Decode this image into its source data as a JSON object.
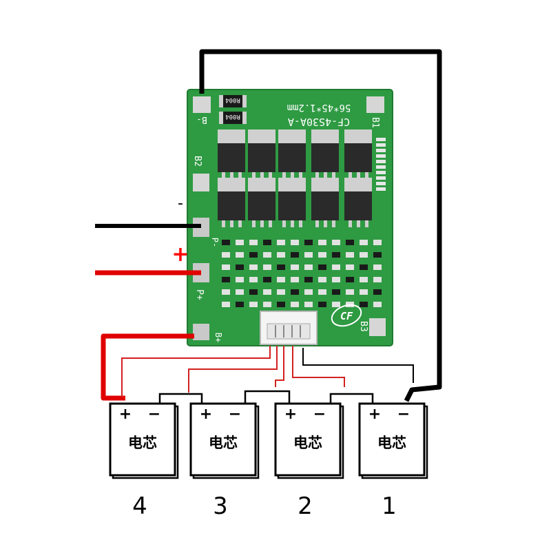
{
  "board": {
    "model": "CF-4S30A-A",
    "size": "56*45*1.2mm",
    "resistor_label": "R004",
    "pad_b_minus": "B-",
    "pad_b1": "B1",
    "pad_b2": "B2",
    "pad_b3": "B3",
    "pad_p_minus": "P-",
    "pad_p_plus": "P+",
    "pad_b_plus": "B+",
    "logo": "CF"
  },
  "wire_labels": {
    "minus": "-",
    "plus": "+"
  },
  "cells": [
    {
      "number": "4",
      "label": "电芯",
      "plus": "+",
      "minus": "−"
    },
    {
      "number": "3",
      "label": "电芯",
      "plus": "+",
      "minus": "−"
    },
    {
      "number": "2",
      "label": "电芯",
      "plus": "+",
      "minus": "−"
    },
    {
      "number": "1",
      "label": "电芯",
      "plus": "+",
      "minus": "−"
    }
  ],
  "colors": {
    "pcb_green": "#2e9a42",
    "wire_black": "#000000",
    "wire_red": "#e00000",
    "balance_red": "#d42020",
    "mosfet": "#2a2a2a",
    "pad_silver": "#d6d6d6"
  }
}
